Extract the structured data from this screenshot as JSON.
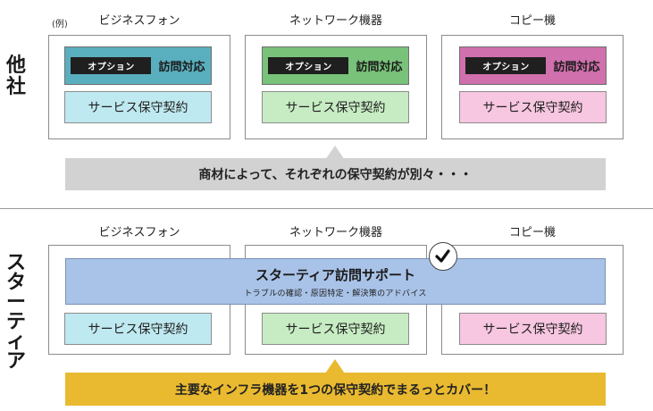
{
  "top": {
    "label": [
      "他",
      "社"
    ],
    "example_note": "(例)",
    "columns": [
      {
        "heading": "ビジネスフォン",
        "option_tag": "オプション",
        "option_text": "訪問対応",
        "service": "サービス保守契約",
        "option_color": "#5aafbf",
        "service_color": "#bfe9f0"
      },
      {
        "heading": "ネットワーク機器",
        "option_tag": "オプション",
        "option_text": "訪問対応",
        "service": "サービス保守契約",
        "option_color": "#79c27a",
        "service_color": "#c7ecc3"
      },
      {
        "heading": "コピー機",
        "option_tag": "オプション",
        "option_text": "訪問対応",
        "service": "サービス保守契約",
        "option_color": "#d070ad",
        "service_color": "#f7c6e0"
      }
    ],
    "banner": "商材によって、それぞれの保守契約が別々・・・",
    "banner_color": "#d2d2d2"
  },
  "bottom": {
    "label": [
      "ス",
      "タ",
      "ー",
      "テ",
      "ィ",
      "ア"
    ],
    "columns": [
      {
        "heading": "ビジネスフォン",
        "service": "サービス保守契約",
        "service_color": "#bfe9f0"
      },
      {
        "heading": "ネットワーク機器",
        "service": "サービス保守契約",
        "service_color": "#c7ecc3"
      },
      {
        "heading": "コピー機",
        "service": "サービス保守契約",
        "service_color": "#f7c6e0"
      }
    ],
    "support_title": "スターティア訪問サポート",
    "support_subtitle": "トラブルの確認・原因特定・解決策のアドバイス",
    "support_color": "#a9c3e8",
    "banner": "主要なインフラ機器を1つの保守契約でまるっとカバー！",
    "banner_color": "#e9b930",
    "check_icon": "checkmark-icon"
  }
}
